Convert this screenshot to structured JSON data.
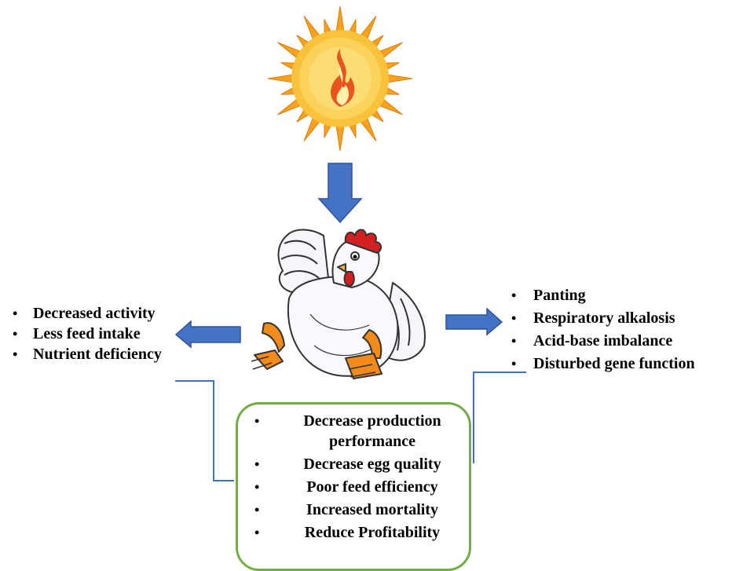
{
  "left_effects": [
    "Decreased activity",
    "Less feed intake",
    "Nutrient deficiency"
  ],
  "right_effects": [
    "Panting",
    "Respiratory alkalosis",
    "Acid-base imbalance",
    "Disturbed gene function"
  ],
  "center_effects": [
    "Decrease production performance",
    "Decrease egg quality",
    "Poor feed efficiency",
    "Increased mortality",
    "Reduce Profitability"
  ],
  "colors": {
    "arrow": "#4472c4",
    "arrow_edge": "#2f5597",
    "box_border": "#70ad47",
    "connector": "#4472c4",
    "sun": "#f7b32b",
    "flame": "#e2481c",
    "comb": "#d42020",
    "legs": "#f28b1a"
  },
  "icons": {
    "sun": "sun-icon",
    "hen": "hen-icon"
  }
}
